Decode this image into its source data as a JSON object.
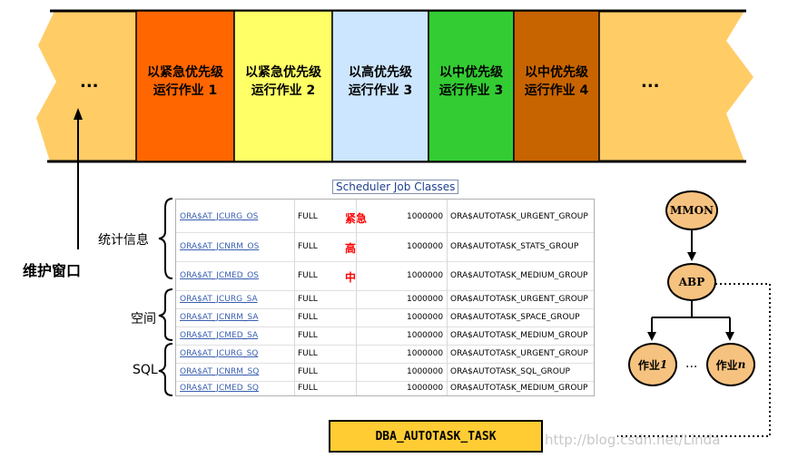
{
  "timeline": {
    "ellipsis_left": "...",
    "ellipsis_right": "...",
    "blocks": [
      {
        "line1": "以紧急优先级",
        "line2": "运行作业 1",
        "color": "#ff6600"
      },
      {
        "line1": "以紧急优先级",
        "line2": "运行作业 2",
        "color": "#ffff66"
      },
      {
        "line1": "以高优先级",
        "line2": "运行作业 3",
        "color": "#cce6ff"
      },
      {
        "line1": "以中优先级",
        "line2": "运行作业 3",
        "color": "#33cc33"
      },
      {
        "line1": "以中优先级",
        "line2": "运行作业 4",
        "color": "#c86400"
      }
    ],
    "band_color": "#ffcc66"
  },
  "maintenance_window_label": "维护窗口",
  "table_title": "Scheduler Job Classes",
  "groups": [
    {
      "label": "统计信息"
    },
    {
      "label": "空间"
    },
    {
      "label": "SQL"
    }
  ],
  "rows": [
    {
      "cls": "ORA$AT_JCURG_OS",
      "mode": "FULL",
      "prio": "紧急",
      "num": "1000000",
      "group": "ORA$AUTOTASK_URGENT_GROUP"
    },
    {
      "cls": "ORA$AT_JCNRM_OS",
      "mode": "FULL",
      "prio": "高",
      "num": "1000000",
      "group": "ORA$AUTOTASK_STATS_GROUP"
    },
    {
      "cls": "ORA$AT_JCMED_OS",
      "mode": "FULL",
      "prio": "中",
      "num": "1000000",
      "group": "ORA$AUTOTASK_MEDIUM_GROUP"
    },
    {
      "cls": "ORA$AT_JCURG_SA",
      "mode": "FULL",
      "prio": "",
      "num": "1000000",
      "group": "ORA$AUTOTASK_URGENT_GROUP"
    },
    {
      "cls": "ORA$AT_JCNRM_SA",
      "mode": "FULL",
      "prio": "",
      "num": "1000000",
      "group": "ORA$AUTOTASK_SPACE_GROUP"
    },
    {
      "cls": "ORA$AT_JCMED_SA",
      "mode": "FULL",
      "prio": "",
      "num": "1000000",
      "group": "ORA$AUTOTASK_MEDIUM_GROUP"
    },
    {
      "cls": "ORA$AT_JCURG_SQ",
      "mode": "FULL",
      "prio": "",
      "num": "1000000",
      "group": "ORA$AUTOTASK_URGENT_GROUP"
    },
    {
      "cls": "ORA$AT_JCNRM_SQ",
      "mode": "FULL",
      "prio": "",
      "num": "1000000",
      "group": "ORA$AUTOTASK_SQL_GROUP"
    },
    {
      "cls": "ORA$AT_JCMED_SQ",
      "mode": "FULL",
      "prio": "",
      "num": "1000000",
      "group": "ORA$AUTOTASK_MEDIUM_GROUP"
    }
  ],
  "nodes": {
    "mmon": "MMON",
    "abp": "ABP",
    "job_prefix": "作业 ",
    "job1_suffix": "1",
    "jobn_suffix": "n",
    "dots": "..."
  },
  "task_table": "DBA_AUTOTASK_TASK",
  "watermark": "http://blog.csdn.net/Linda"
}
